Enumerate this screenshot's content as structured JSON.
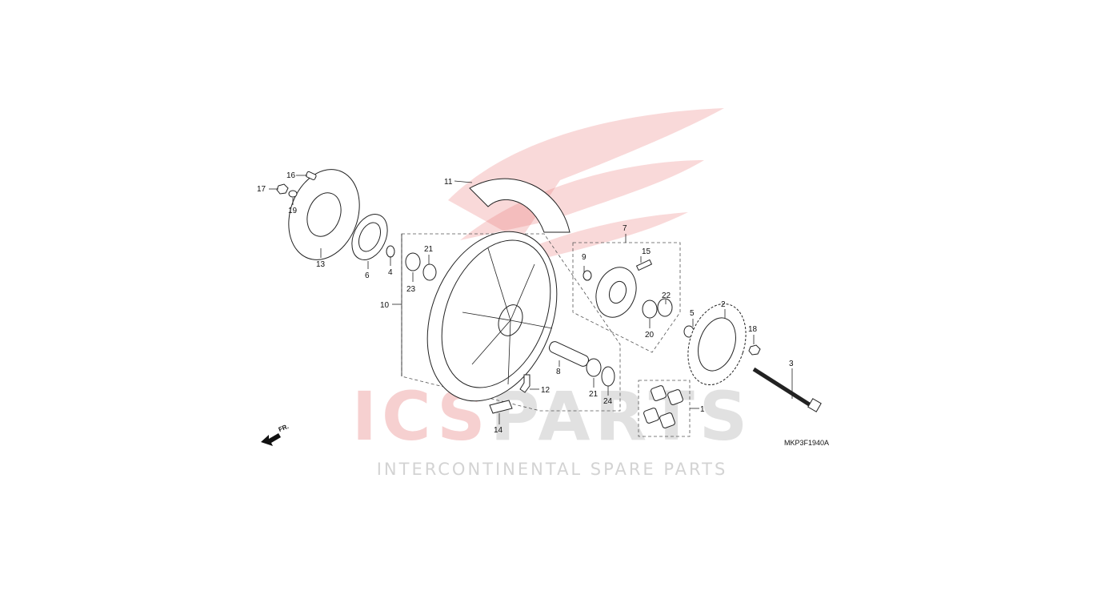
{
  "diagram": {
    "code": "MKP3F1940A",
    "direction_label": "FR.",
    "callouts": [
      {
        "label": "1"
      },
      {
        "label": "2"
      },
      {
        "label": "3"
      },
      {
        "label": "4"
      },
      {
        "label": "5"
      },
      {
        "label": "6"
      },
      {
        "label": "7"
      },
      {
        "label": "8"
      },
      {
        "label": "9"
      },
      {
        "label": "10"
      },
      {
        "label": "11"
      },
      {
        "label": "12"
      },
      {
        "label": "13"
      },
      {
        "label": "14"
      },
      {
        "label": "15"
      },
      {
        "label": "16"
      },
      {
        "label": "17"
      },
      {
        "label": "18"
      },
      {
        "label": "19"
      },
      {
        "label": "20"
      },
      {
        "label": "21"
      },
      {
        "label": "21"
      },
      {
        "label": "22"
      },
      {
        "label": "23"
      },
      {
        "label": "24"
      }
    ]
  },
  "watermark": {
    "logo_part1": "ICS",
    "logo_part2": "PARTS",
    "tagline": "Intercontinental Spare Parts",
    "colors": {
      "red": "#e88a8a",
      "grey": "#c8c8c8"
    }
  }
}
